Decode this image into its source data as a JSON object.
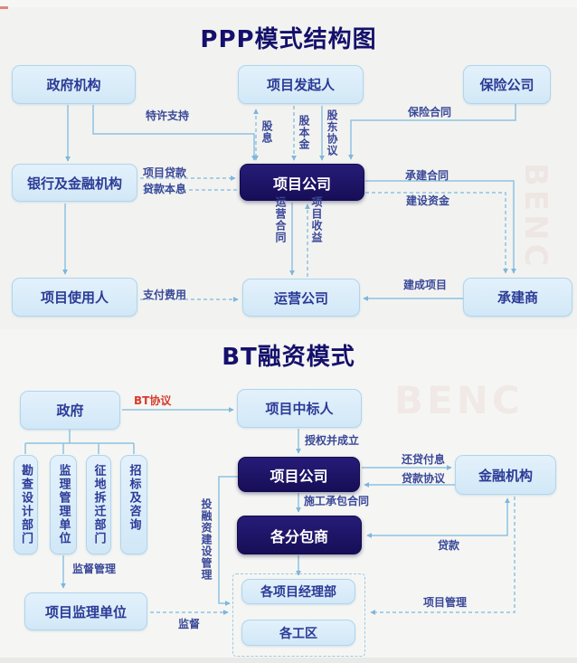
{
  "ppp": {
    "title": "PPP模式结构图",
    "nodes": {
      "gov": "政府机构",
      "sponsor": "项目发起人",
      "insurance": "保险公司",
      "bank": "银行及金融机构",
      "spv": "项目公司",
      "user": "项目使用人",
      "operator": "运营公司",
      "contractor": "承建商"
    },
    "edges": {
      "franchise": "特许支持",
      "dividend": "股息",
      "equity": "股本金",
      "shareholder_agreement": "股东协议",
      "insurance_contract": "保险合同",
      "project_loan": "项目贷款",
      "loan_principal_interest": "贷款本息",
      "construction_contract": "承建合同",
      "construction_fund": "建设资金",
      "operation_contract": "运营合同",
      "project_revenue": "项目收益",
      "payment": "支付费用",
      "completed_project": "建成项目"
    }
  },
  "bt": {
    "title": "BT融资模式",
    "nodes": {
      "gov": "政府",
      "winner": "项目中标人",
      "spv": "项目公司",
      "finance": "金融机构",
      "subcontractors": "各分包商",
      "pm_dept": "各项目经理部",
      "work_area": "各工区",
      "survey": "勘查设计部门",
      "supervision_mgmt_unit": "监理管理单位",
      "land": "征地拆迁部门",
      "bidding": "招标及咨询",
      "project_supervisor": "项目监理单位"
    },
    "edges": {
      "bt_agreement": "BT协议",
      "authorize": "授权并成立",
      "repay_interest": "还贷付息",
      "loan_agreement": "贷款协议",
      "construction_subcontract": "施工承包合同",
      "loan": "贷款",
      "invest_build_mgmt": "投融资建设管理",
      "supervise_mgmt": "监督管理",
      "supervise": "监督",
      "project_mgmt": "项目管理"
    }
  },
  "watermark": "BENC",
  "colors": {
    "title": "#14106b",
    "node_fill": "#d8ebf8",
    "node_border": "#b0d5ee",
    "node_text": "#2b3a96",
    "dark_node_fill": "#1d1566",
    "dark_node_text": "#ffffff",
    "line": "#8fc2e2",
    "label_text": "#3a4899",
    "red_label": "#d93a2b"
  }
}
